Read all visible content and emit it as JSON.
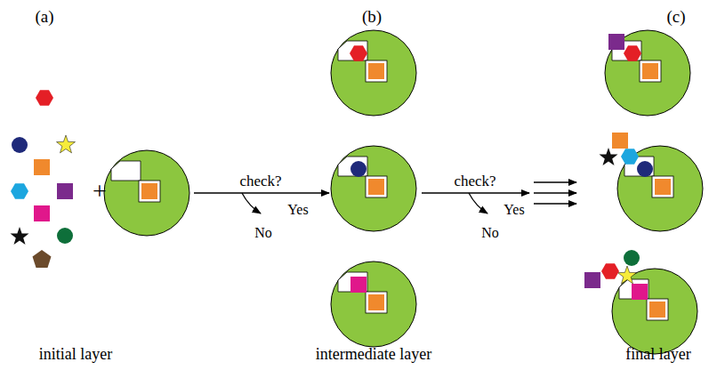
{
  "diagram": {
    "labels": [
      "(a)",
      "(b)",
      "(c)",
      "+",
      "check?",
      "Yes",
      "No",
      "check?",
      "Yes",
      "No",
      "initial layer",
      "intermediate layer",
      "final layer"
    ]
  }
}
